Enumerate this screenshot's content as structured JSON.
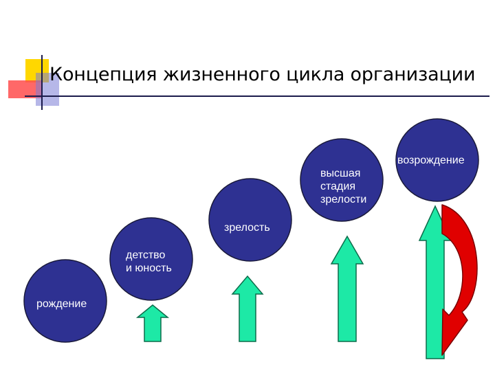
{
  "slide": {
    "title": "Концепция жизненного цикла организации"
  },
  "stages": [
    {
      "label": "рождение"
    },
    {
      "label": "детство\nи юность"
    },
    {
      "label": "зрелость"
    },
    {
      "label": "высшая\nстадия\nзрелости"
    },
    {
      "label": "возрождение"
    }
  ],
  "colors": {
    "circle_fill": "#2e3192",
    "circle_stroke": "#1a1a3a",
    "arrow_fill": "#1de9a6",
    "arrow_stroke": "#0d6b4a",
    "curved_arrow_fill": "#e00000",
    "curved_arrow_stroke": "#7a0000",
    "label_text": "#ffffff"
  }
}
